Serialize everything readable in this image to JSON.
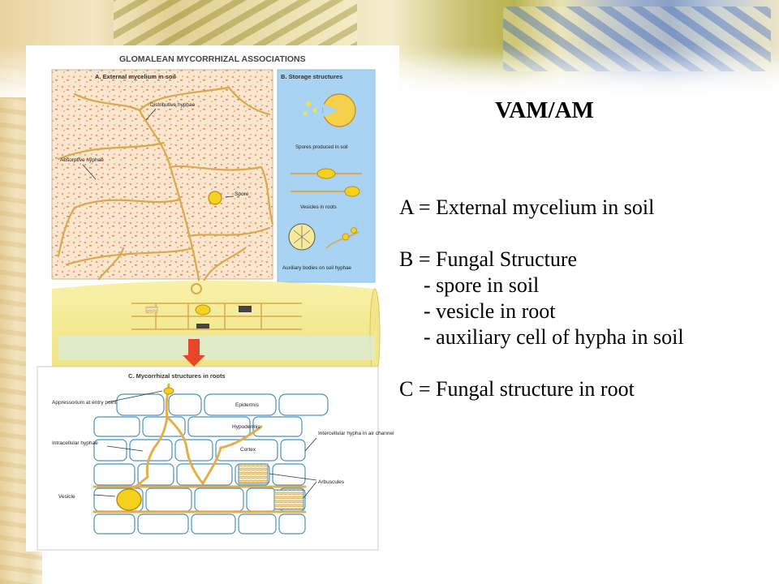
{
  "slide": {
    "title": "VAM/AM",
    "lines": [
      "A = External mycelium in soil",
      "B = Fungal Structure",
      "- spore in soil",
      "- vesicle in root",
      "- auxiliary cell of hypha in soil",
      "C = Fungal structure in root"
    ]
  },
  "figure": {
    "main_title": "GLOMALEAN MYCORRHIZAL ASSOCIATIONS",
    "panel_a": {
      "title": "A. External mycelium in soil",
      "labels": [
        "Distributive hyphae",
        "Absorptive hyphae",
        "Spore"
      ]
    },
    "panel_b": {
      "title": "B. Storage structures",
      "labels": [
        "Spores produced in soil",
        "Vesicles in roots",
        "Auxiliary bodies on soil hyphae"
      ]
    },
    "panel_c": {
      "title": "C. Mycorrhizal structures in roots",
      "labels": [
        "Appressorium at entry point",
        "Epidermis",
        "Hypodermis",
        "Intracellular hyphae",
        "Cortex",
        "Intercellular hypha in air channel",
        "Arbuscules",
        "Vesicle"
      ]
    }
  },
  "colors": {
    "hypha": "#d9a94a",
    "vesicle": "#f5d21c",
    "panel_b_bg": "#a9d3f2",
    "root_yellow": "#f5e98c",
    "arrow_red": "#e8442a"
  }
}
